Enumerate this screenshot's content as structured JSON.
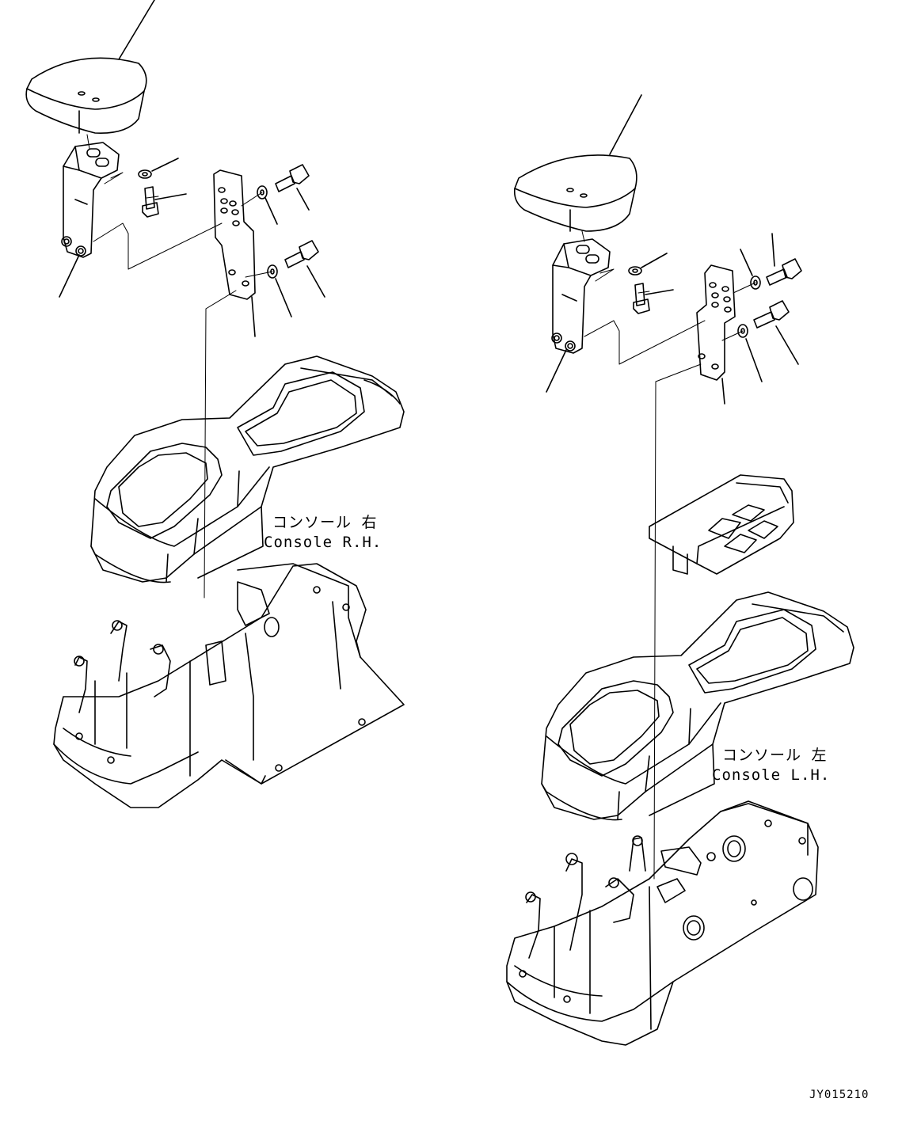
{
  "labels": {
    "rh_jp": "コンソール 右",
    "rh_en": "Console R.H.",
    "lh_jp": "コンソール 左",
    "lh_en": "Console L.H."
  },
  "drawing_code": "JY015210"
}
